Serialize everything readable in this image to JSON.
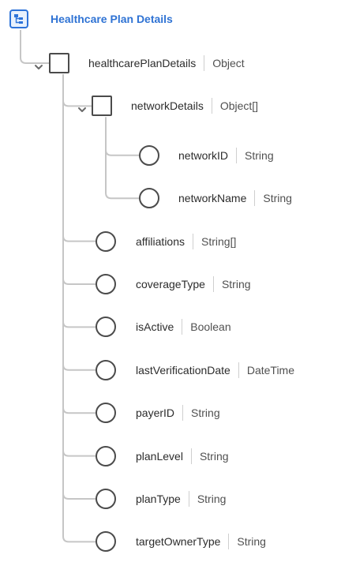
{
  "root": {
    "title": "Healthcare Plan Details",
    "icon": "schema-tree-icon"
  },
  "nodes": [
    {
      "id": "healthcarePlanDetails",
      "name": "healthcarePlanDetails",
      "type": "Object",
      "kind": "object",
      "level": 1,
      "expanded": true
    },
    {
      "id": "networkDetails",
      "name": "networkDetails",
      "type": "Object[]",
      "kind": "object",
      "level": 2,
      "expanded": true
    },
    {
      "id": "networkID",
      "name": "networkID",
      "type": "String",
      "kind": "field",
      "level": 3
    },
    {
      "id": "networkName",
      "name": "networkName",
      "type": "String",
      "kind": "field",
      "level": 3
    },
    {
      "id": "affiliations",
      "name": "affiliations",
      "type": "String[]",
      "kind": "field",
      "level": 2
    },
    {
      "id": "coverageType",
      "name": "coverageType",
      "type": "String",
      "kind": "field",
      "level": 2
    },
    {
      "id": "isActive",
      "name": "isActive",
      "type": "Boolean",
      "kind": "field",
      "level": 2
    },
    {
      "id": "lastVerificationDate",
      "name": "lastVerificationDate",
      "type": "DateTime",
      "kind": "field",
      "level": 2
    },
    {
      "id": "payerID",
      "name": "payerID",
      "type": "String",
      "kind": "field",
      "level": 2
    },
    {
      "id": "planLevel",
      "name": "planLevel",
      "type": "String",
      "kind": "field",
      "level": 2
    },
    {
      "id": "planType",
      "name": "planType",
      "type": "String",
      "kind": "field",
      "level": 2
    },
    {
      "id": "targetOwnerType",
      "name": "targetOwnerType",
      "type": "String",
      "kind": "field",
      "level": 2
    }
  ]
}
